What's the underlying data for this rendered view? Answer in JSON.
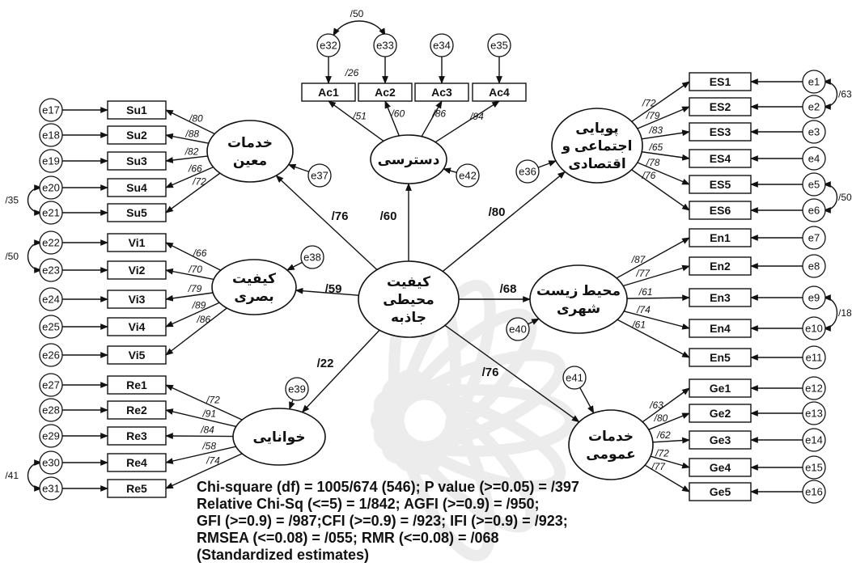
{
  "latent": {
    "central": [
      "کیفیت",
      "محیطی",
      "جاذبه"
    ],
    "access": [
      "دسترسی"
    ],
    "services": [
      "خدمات",
      "معین"
    ],
    "visual": [
      "کیفیت",
      "بصری"
    ],
    "legibility": [
      "خوانایی"
    ],
    "dynamics": [
      "پویایی",
      "اجتماعی و",
      "اقتصادی"
    ],
    "environment": [
      "محیط زیست",
      "شهری"
    ],
    "public": [
      "خدمات",
      "عمومی"
    ]
  },
  "indicators": {
    "access": [
      {
        "label": "Ac1",
        "loading": "/51",
        "error": "e32"
      },
      {
        "label": "Ac2",
        "loading": "/60",
        "error": "e33"
      },
      {
        "label": "Ac3",
        "loading": "/86",
        "error": "e34"
      },
      {
        "label": "Ac4",
        "loading": "/94",
        "error": "e35"
      }
    ],
    "services": [
      {
        "label": "Su1",
        "loading": "/80",
        "error": "e17"
      },
      {
        "label": "Su2",
        "loading": "/88",
        "error": "e18"
      },
      {
        "label": "Su3",
        "loading": "/82",
        "error": "e19"
      },
      {
        "label": "Su4",
        "loading": "/66",
        "error": "e20"
      },
      {
        "label": "Su5",
        "loading": "/72",
        "error": "e21"
      }
    ],
    "visual": [
      {
        "label": "Vi1",
        "loading": "/66",
        "error": "e22"
      },
      {
        "label": "Vi2",
        "loading": "/70",
        "error": "e23"
      },
      {
        "label": "Vi3",
        "loading": "/79",
        "error": "e24"
      },
      {
        "label": "Vi4",
        "loading": "/89",
        "error": "e25"
      },
      {
        "label": "Vi5",
        "loading": "/86",
        "error": "e26"
      }
    ],
    "legibility": [
      {
        "label": "Re1",
        "loading": "/72",
        "error": "e27"
      },
      {
        "label": "Re2",
        "loading": "/91",
        "error": "e28"
      },
      {
        "label": "Re3",
        "loading": "/84",
        "error": "e29"
      },
      {
        "label": "Re4",
        "loading": "/58",
        "error": "e30"
      },
      {
        "label": "Re5",
        "loading": "/74",
        "error": "e31"
      }
    ],
    "dynamics": [
      {
        "label": "ES1",
        "loading": "/72",
        "error": "e1"
      },
      {
        "label": "ES2",
        "loading": "/79",
        "error": "e2"
      },
      {
        "label": "ES3",
        "loading": "/83",
        "error": "e3"
      },
      {
        "label": "ES4",
        "loading": "/65",
        "error": "e4"
      },
      {
        "label": "ES5",
        "loading": "/78",
        "error": "e5"
      },
      {
        "label": "ES6",
        "loading": "/76",
        "error": "e6"
      }
    ],
    "environment": [
      {
        "label": "En1",
        "loading": "/87",
        "error": "e7"
      },
      {
        "label": "En2",
        "loading": "/77",
        "error": "e8"
      },
      {
        "label": "En3",
        "loading": "/61",
        "error": "e9"
      },
      {
        "label": "En4",
        "loading": "/74",
        "error": "e10"
      },
      {
        "label": "En5",
        "loading": "/61",
        "error": "e11"
      }
    ],
    "public": [
      {
        "label": "Ge1",
        "loading": "/63",
        "error": "e12"
      },
      {
        "label": "Ge2",
        "loading": "/80",
        "error": "e13"
      },
      {
        "label": "Ge3",
        "loading": "/62",
        "error": "e14"
      },
      {
        "label": "Ge4",
        "loading": "/72",
        "error": "e15"
      },
      {
        "label": "Ge5",
        "loading": "/77",
        "error": "e16"
      }
    ]
  },
  "structural_paths": {
    "services": "/76",
    "access": "/60",
    "dynamics": "/80",
    "visual": "/59",
    "environment": "/68",
    "legibility": "/22",
    "public": "/76"
  },
  "disturbances": {
    "services": "e37",
    "access": "e42",
    "dynamics": "e36",
    "visual": "e38",
    "environment": "e40",
    "legibility": "e39",
    "public": "e41"
  },
  "correlations": [
    {
      "between": [
        "e32",
        "e33"
      ],
      "value": "/50"
    },
    {
      "between": [
        "e20",
        "e21"
      ],
      "value": "/35"
    },
    {
      "between": [
        "e22",
        "e23"
      ],
      "value": "/50"
    },
    {
      "between": [
        "e30",
        "e31"
      ],
      "value": "/41"
    },
    {
      "between": [
        "e1",
        "e2"
      ],
      "value": "/63"
    },
    {
      "between": [
        "e5",
        "e6"
      ],
      "value": "/50"
    },
    {
      "between": [
        "e9",
        "e10"
      ],
      "value": "/18"
    }
  ],
  "extra_label": "/26",
  "fit_indices": [
    "Chi-square (df) = 1005/674 (546); P value (>=0.05) = /397",
    "Relative Chi-Sq (<=5) = 1/842;  AGFI (>=0.9) = /950;",
    "GFI (>=0.9) = /987;CFI (>=0.9) = /923; IFI (>=0.9) = /923;",
    "RMSEA (<=0.08) = /055; RMR (<=0.08) = /068",
    "(Standardized estimates)"
  ],
  "colors": {
    "ink": "#111111",
    "background": "#ffffff",
    "watermark": "#ececec"
  }
}
